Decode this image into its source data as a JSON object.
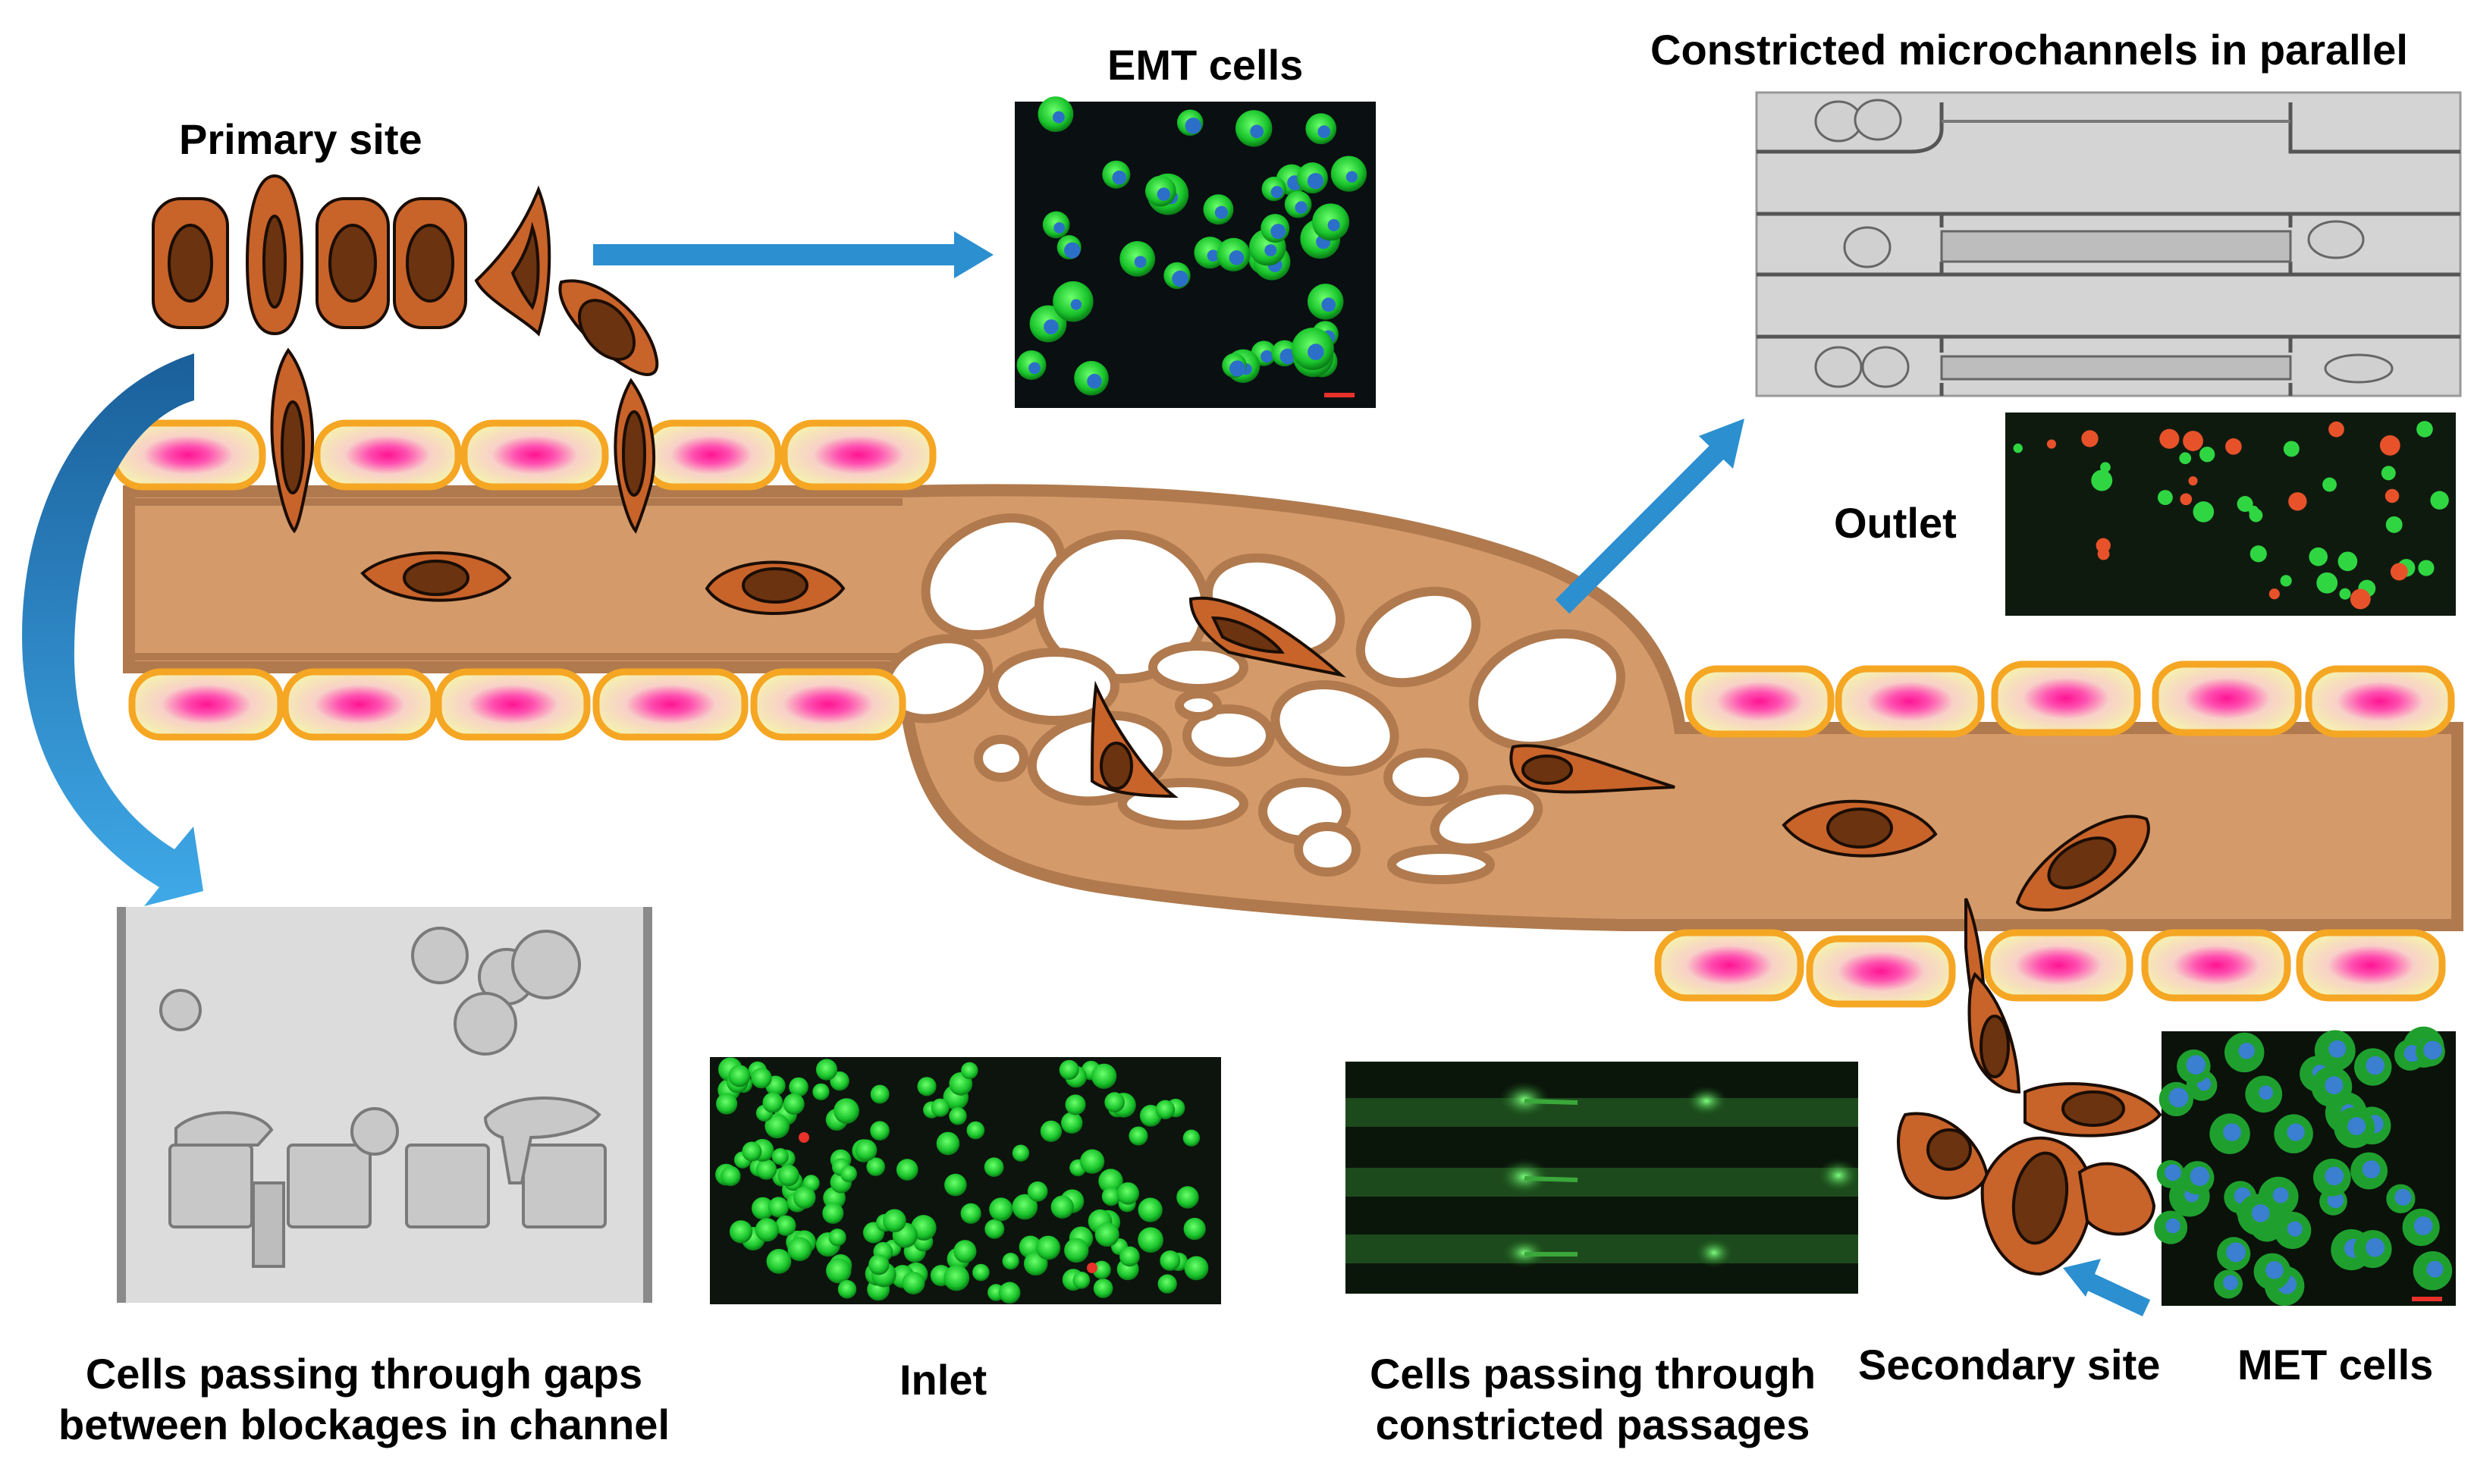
{
  "labels": {
    "primary_site": "Primary site",
    "emt_cells": "EMT cells",
    "constricted_microchannels": "Constricted microchannels in parallel",
    "outlet": "Outlet",
    "cells_gaps_line1": "Cells passing through gaps",
    "cells_gaps_line2": "between blockages in channel",
    "inlet": "Inlet",
    "cells_constricted_line1": "Cells passing through",
    "cells_constricted_line2": "constricted passages",
    "secondary_site": "Secondary site",
    "met_cells": "MET cells"
  },
  "colors": {
    "vessel": "#d59a6a",
    "vessel_wall": "#b07a4e",
    "cell_body": "#c8632a",
    "cell_nucleus": "#6b3310",
    "endothelial_fill": "#f5f0b0",
    "endothelial_border": "#f5a623",
    "endothelial_core": "#ff1493",
    "arrow": "#2b8fd0",
    "fluor_green": "#1fd13a",
    "fluor_red": "#e8322a",
    "nucleus_blue": "#2c6fc9",
    "brightfield": "#d8d8d8"
  }
}
